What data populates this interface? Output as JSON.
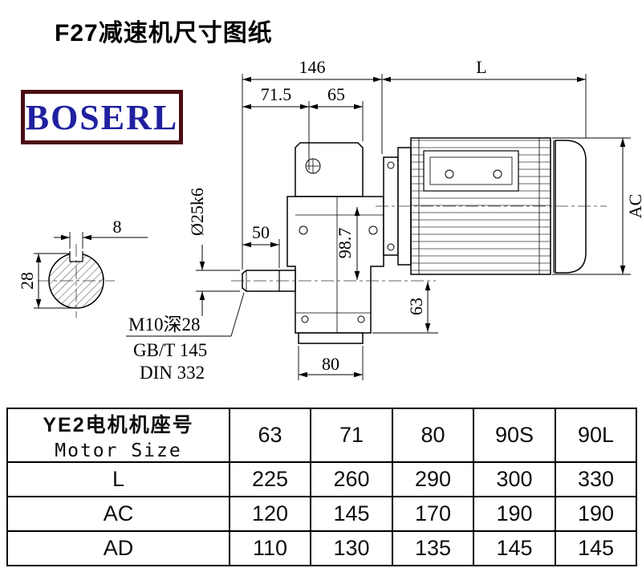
{
  "page": {
    "title": "F27减速机尺寸图纸"
  },
  "logo": {
    "text": "BOSERL"
  },
  "drawing": {
    "dim_146": "146",
    "dim_L": "L",
    "dim_71_5": "71.5",
    "dim_65": "65",
    "dim_8": "8",
    "dim_28": "28",
    "dim_shaft": "Ø25k6",
    "dim_50": "50",
    "dim_98_7": "98.7",
    "dim_63": "63",
    "dim_80": "80",
    "dim_AC": "AC",
    "note_1": "M10深28",
    "note_2": "GB/T 145",
    "note_3": "DIN 332"
  },
  "table": {
    "header_cn": "YE2电机机座号",
    "header_en": "Motor Size",
    "sizes": [
      "63",
      "71",
      "80",
      "90S",
      "90L"
    ],
    "rows": [
      {
        "label": "L",
        "values": [
          "225",
          "260",
          "290",
          "300",
          "330"
        ]
      },
      {
        "label": "AC",
        "values": [
          "120",
          "145",
          "170",
          "190",
          "190"
        ]
      },
      {
        "label": "AD",
        "values": [
          "110",
          "130",
          "135",
          "145",
          "145"
        ]
      }
    ]
  }
}
